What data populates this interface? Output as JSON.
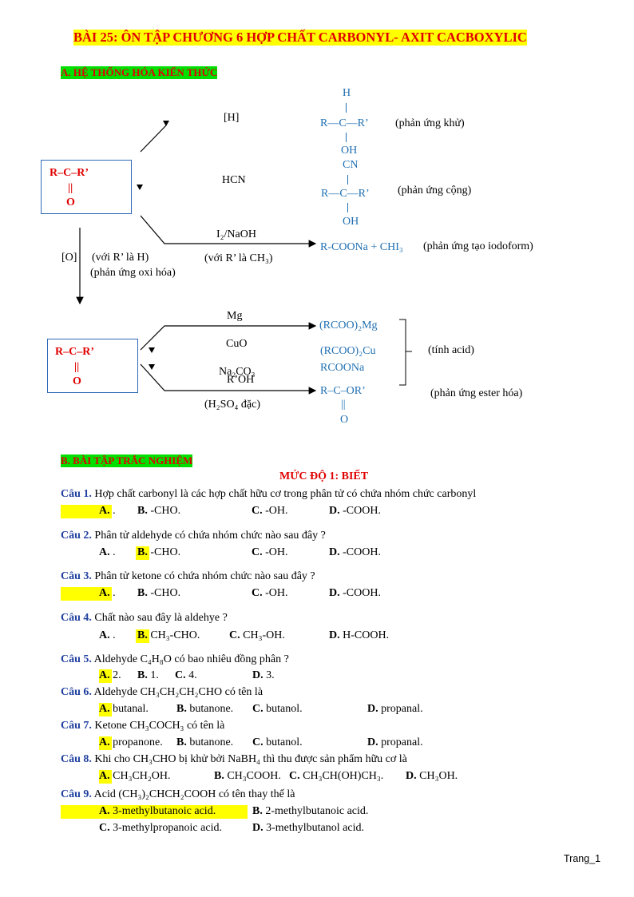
{
  "title": "BÀI 25: ÔN TẬP CHƯƠNG 6 HỢP CHẤT CARBONYL- AXIT CACBOXYLIC",
  "section_a": "A. HỆ THỐNG HÓA KIẾN THỨC",
  "section_b": "B. BÀI TẬP TRẮC NGHIỆM",
  "level1": "MỨC ĐỘ 1: BIẾT",
  "footer": "Trang_1",
  "diagram": {
    "ketone_formula": "R–C–R’",
    "double_bond": "||",
    "oxygen": "O",
    "reagent_h": "[H]",
    "reagent_hcn": "HCN",
    "reagent_i2": "I₂/NaOH",
    "cond_ch3": "(với R’ là CH₃)",
    "reagent_o": "[O]",
    "cond_h": "(với R’ là H)",
    "rx_oxi": "(phản ứng oxi hóa)",
    "prod1_h": "H",
    "prod1_main": "R—C—R’",
    "prod1_oh": "OH",
    "rx_khu": "(phản ứng khử)",
    "prod2_cn": "CN",
    "prod2_main": "R—C—R’",
    "prod2_oh": "OH",
    "rx_cong": "(phản ứng cộng)",
    "prod3": "R-COONa + CHI₃",
    "rx_iodo": "(phản ứng tạo iodoform)",
    "acid_formula": "R–C–R’",
    "reagent_mg": "Mg",
    "reagent_cuo": "CuO",
    "reagent_na2co3": "Na₂CO₃",
    "reagent_roh": "R’OH",
    "reagent_h2so4": "(H₂SO₄ đặc)",
    "prod_mg": "(RCOO)₂Mg",
    "prod_cu": "(RCOO)₂Cu",
    "prod_na": "RCOONa",
    "tinh_acid": "(tính acid)",
    "ester_main": "R–C–OR’",
    "ester_bond": "||",
    "ester_o": "O",
    "rx_ester": "(phản ứng ester hóa)"
  },
  "questions": [
    {
      "label": "Câu 1.",
      "text": "Hợp chất carbonyl là các hợp chất hữu cơ trong phân tử có chứa nhóm chức carbonyl",
      "A": "A.",
      "A_text": ".",
      "B": "B.",
      "B_text": "-CHO.",
      "C": "C.",
      "C_text": "-OH.",
      "D": "D.",
      "D_text": "-COOH."
    },
    {
      "label": "Câu 2.",
      "text": "Phân tử aldehyde có chứa nhóm chức nào sau đây ?",
      "A": "A.",
      "A_text": ".",
      "B": "B.",
      "B_text": "-CHO.",
      "C": "C.",
      "C_text": "-OH.",
      "D": "D.",
      "D_text": "-COOH."
    },
    {
      "label": "Câu 3.",
      "text": "Phân tử ketone có chứa nhóm chức nào sau đây ?",
      "A": "A.",
      "A_text": ".",
      "B": "B.",
      "B_text": "-CHO.",
      "C": "C.",
      "C_text": "-OH.",
      "D": "D.",
      "D_text": "-COOH."
    },
    {
      "label": "Câu 4.",
      "text": "Chất nào sau đây là aldehye ?",
      "A": "A.",
      "A_text": ".",
      "B": "B.",
      "B_text": "CH₃-CHO.",
      "C": "C.",
      "C_text": "CH₃-OH.",
      "D": "D.",
      "D_text": "H-COOH."
    },
    {
      "label": "Câu 5.",
      "text": "Aldehyde C₄H₈O có bao nhiêu đồng phân ?",
      "A": "A.",
      "A_text": "2.",
      "B": "B.",
      "B_text": "1.",
      "C": "C.",
      "C_text": "4.",
      "D": "D.",
      "D_text": "3."
    },
    {
      "label": "Câu 6.",
      "text": "Aldehyde CH₃CH₂CH₂CHO có tên là",
      "A": "A.",
      "A_text": "butanal.",
      "B": "B.",
      "B_text": "butanone.",
      "C": "C.",
      "C_text": "butanol.",
      "D": "D.",
      "D_text": "propanal."
    },
    {
      "label": "Câu 7.",
      "text": "Ketone CH₃COCH₃ có tên là",
      "A": "A.",
      "A_text": "propanone.",
      "B": "B.",
      "B_text": "butanone.",
      "C": "C.",
      "C_text": "butanol.",
      "D": "D.",
      "D_text": "propanal."
    },
    {
      "label": "Câu 8.",
      "text": "Khi cho CH₃CHO bị khử bởi NaBH₄ thì thu được sản phẩm hữu cơ là",
      "A": "A.",
      "A_text": "CH₃CH₂OH.",
      "B": "B.",
      "B_text": "CH₃COOH.",
      "C": "C.",
      "C_text": "CH₃CH(OH)CH₃.",
      "D": "D.",
      "D_text": "CH₃OH."
    },
    {
      "label": "Câu 9.",
      "text": "Acid (CH₃)₂CHCH₂COOH có tên thay thế là",
      "A": "A.",
      "A_text": "3-methylbutanoic acid.",
      "B": "B.",
      "B_text": "2-methylbutanoic acid.",
      "C": "C.",
      "C_text": "3-methylpropanoic acid.",
      "D": "D.",
      "D_text": "3-methylbutanol acid."
    }
  ]
}
